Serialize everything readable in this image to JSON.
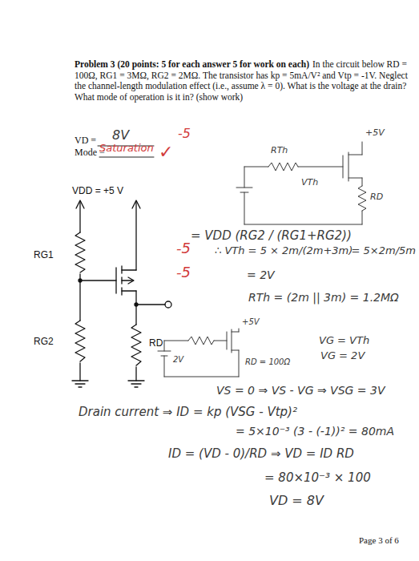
{
  "diagram": {
    "title": "Problem 3 (20 points: 5 for each answer 5 for work on each)",
    "labels": [
      "In the circuit below RD = 100Ω, RG1 = 3MΩ, RG2 = 2MΩ. The transistor has kp = 5mA/V² and Vtp = -1V. Neglect the channel-length modulation effect (i.e., assume λ = 0). What is the voltage at the drain? What mode of operation is it in? (show work)",
      "VD =",
      "8V",
      "-5",
      "Mode =",
      "Saturation",
      "✓",
      "VDD = +5 V",
      "RG1",
      "RG2",
      "RD",
      "RTh",
      "VTh",
      "+5V",
      "RD",
      "= VDD (RG2 / (RG1+RG2))",
      "-5",
      "-5",
      "∴ VTh = 5 × 2m/(2m+3m)",
      "= 5×2m/5m",
      "= 2V",
      "RTh = (2m || 3m) = 1.2MΩ",
      "+5V",
      "2V",
      "RD = 100Ω",
      "VG = VTh",
      "VG = 2V",
      "VS = 0 ⇒ VS - VG ⇒ VSG = 3V",
      "Drain current ⇒ ID = kp (VSG - Vtp)²",
      "= 5×10⁻³ (3 - (-1))² = 80mA",
      "ID = (VD - 0)/RD ⇒ VD = ID RD",
      "= 80×10⁻³ × 100",
      "VD = 8V",
      "Page 3 of 6"
    ]
  }
}
